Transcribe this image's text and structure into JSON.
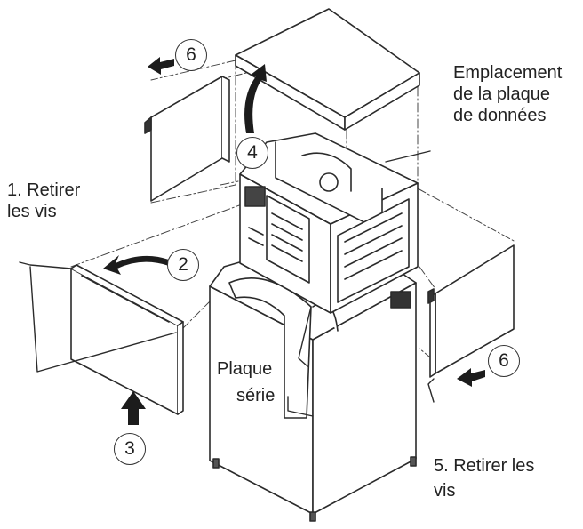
{
  "labels": {
    "data_plate": [
      "Emplacement",
      "de la plaque",
      "de données"
    ],
    "remove_screws_left": [
      "1. Retirer",
      "les vis"
    ],
    "serial_plate": [
      "Plaque",
      "série"
    ],
    "remove_screws_right": [
      "5. Retirer les",
      "vis"
    ]
  },
  "step_numbers": {
    "top_left": "6",
    "left_arrow": "2",
    "bottom": "3",
    "top_cover": "4",
    "right": "6"
  }
}
